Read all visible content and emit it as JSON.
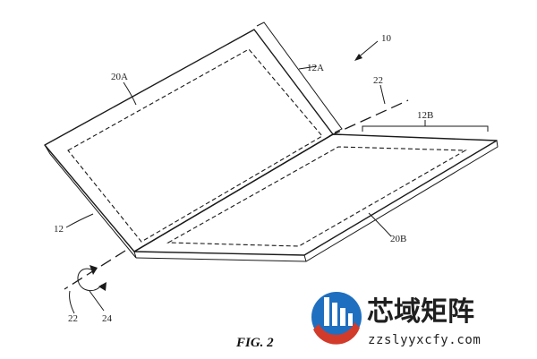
{
  "figure": {
    "caption": "FIG. 2",
    "reference_labels": {
      "device": "10",
      "housing_portion_a": "12A",
      "housing_portion_b": "12B",
      "display_region_a": "20A",
      "display_region_b": "20B",
      "housing": "12",
      "axis_top": "22",
      "axis_bottom": "22",
      "rotation": "24"
    }
  },
  "watermark": {
    "name": "芯域矩阵",
    "url": "zzslyyxcfy.com",
    "colors": {
      "blue": "#1f6fc0",
      "red": "#d23a2a",
      "text": "#1f1f1f"
    }
  }
}
